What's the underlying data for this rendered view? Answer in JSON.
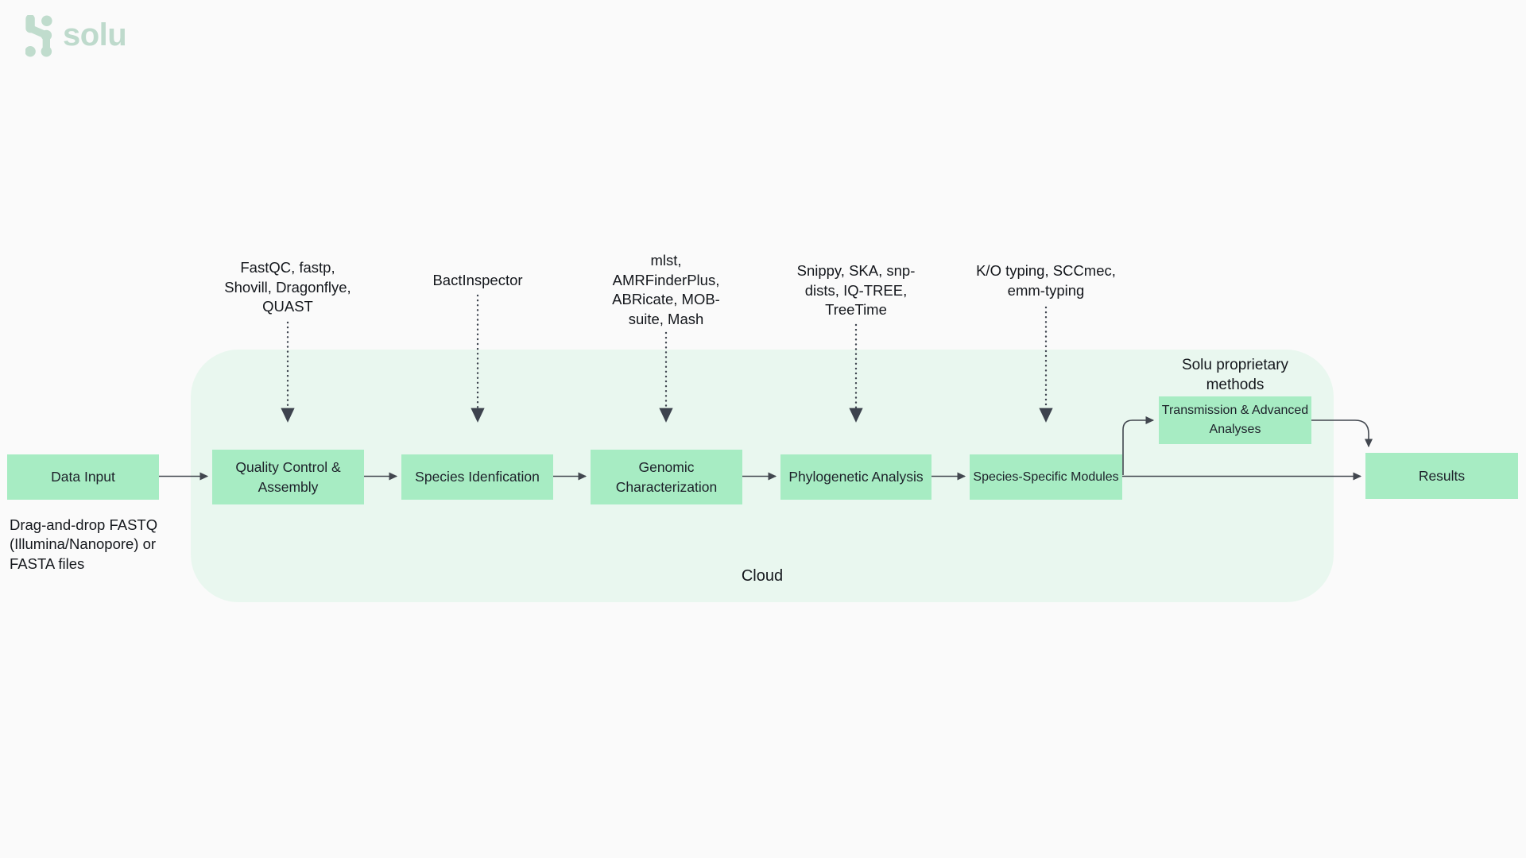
{
  "logo": {
    "text": "solu"
  },
  "cloud": {
    "label": "Cloud"
  },
  "proprietary_note": "Solu proprietary\nmethods",
  "input_note": "Drag-and-drop FASTQ\n(Illumina/Nanopore) or\nFASTA files",
  "nodes": [
    {
      "id": "data-input",
      "label": "Data Input"
    },
    {
      "id": "quality-control",
      "label": "Quality Control &\nAssembly"
    },
    {
      "id": "species-identification",
      "label": "Species Idenfication"
    },
    {
      "id": "genomic-characterization",
      "label": "Genomic\nCharacterization"
    },
    {
      "id": "phylogenetic-analysis",
      "label": "Phylogenetic Analysis"
    },
    {
      "id": "species-specific-modules",
      "label": "Species-Specific Modules"
    },
    {
      "id": "transmission-advanced-analyses",
      "label": "Transmission & Advanced\nAnalyses"
    },
    {
      "id": "results",
      "label": "Results"
    }
  ],
  "annotations": [
    {
      "text": "FastQC, fastp,\nShovill, Dragonflye,\nQUAST",
      "target": "quality-control"
    },
    {
      "text": "BactInspector",
      "target": "species-identification"
    },
    {
      "text": "mlst,\nAMRFinderPlus,\nABRicate, MOB-\nsuite, Mash",
      "target": "genomic-characterization"
    },
    {
      "text": "Snippy, SKA, snp-\ndists, IQ-TREE,\nTreeTime",
      "target": "phylogenetic-analysis"
    },
    {
      "text": "K/O typing, SCCmec,\nemm-typing",
      "target": "species-specific-modules"
    }
  ],
  "colors": {
    "background": "#fafafa",
    "node_fill": "#a7ecc3",
    "cloud_fill": "#e9f7ef",
    "text": "#1d212a",
    "arrow": "#42474f",
    "logo": "#bedacc"
  }
}
